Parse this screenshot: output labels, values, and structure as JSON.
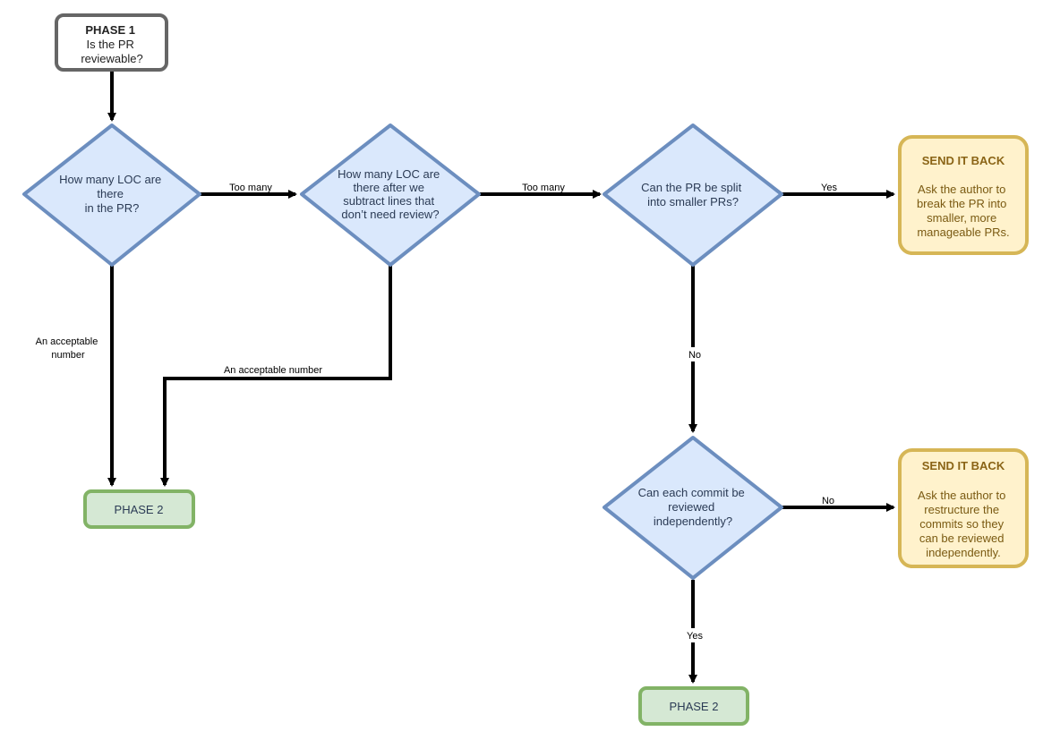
{
  "colors": {
    "phase1_stroke": "#666666",
    "phase1_fill": "#ffffff",
    "decision_stroke": "#6c8ebf",
    "decision_fill": "#dae8fc",
    "phase2_stroke": "#82b366",
    "phase2_fill": "#d5e8d4",
    "send_stroke": "#d6b656",
    "send_fill": "#fff2cc",
    "edge": "#000000"
  },
  "nodes": {
    "phase1": {
      "lines": [
        "PHASE 1",
        "Is the PR",
        "reviewable?"
      ]
    },
    "decision_loc": {
      "lines": [
        "How many LOC are",
        "there",
        "in the PR?"
      ]
    },
    "decision_subtract": {
      "lines": [
        "How many LOC are",
        "there after we",
        "subtract lines that",
        "don’t need review?"
      ]
    },
    "decision_split": {
      "lines": [
        "Can the PR be split",
        "into smaller PRs?"
      ]
    },
    "decision_commit": {
      "lines": [
        "Can each commit be",
        "reviewed",
        "independently?"
      ]
    },
    "send_back_split": {
      "title": "SEND IT BACK",
      "lines": [
        "Ask the author to",
        "break the PR into",
        "smaller, more",
        "manageable PRs."
      ]
    },
    "send_back_commits": {
      "title": "SEND IT BACK",
      "lines": [
        "Ask the author to",
        "restructure the",
        "commits so they",
        "can be reviewed",
        "independently."
      ]
    },
    "phase2_left": {
      "label": "PHASE 2"
    },
    "phase2_bottom": {
      "label": "PHASE 2"
    }
  },
  "edges": {
    "loc_to_subtract": {
      "label": "Too many"
    },
    "subtract_to_split": {
      "label": "Too many"
    },
    "split_to_send": {
      "label": "Yes"
    },
    "split_to_commit": {
      "label": "No"
    },
    "commit_to_send": {
      "label": "No"
    },
    "commit_to_phase2": {
      "label": "Yes"
    },
    "loc_to_phase2": {
      "lines": [
        "An acceptable",
        "number"
      ]
    },
    "subtract_to_phase2": {
      "label": "An acceptable number"
    }
  }
}
